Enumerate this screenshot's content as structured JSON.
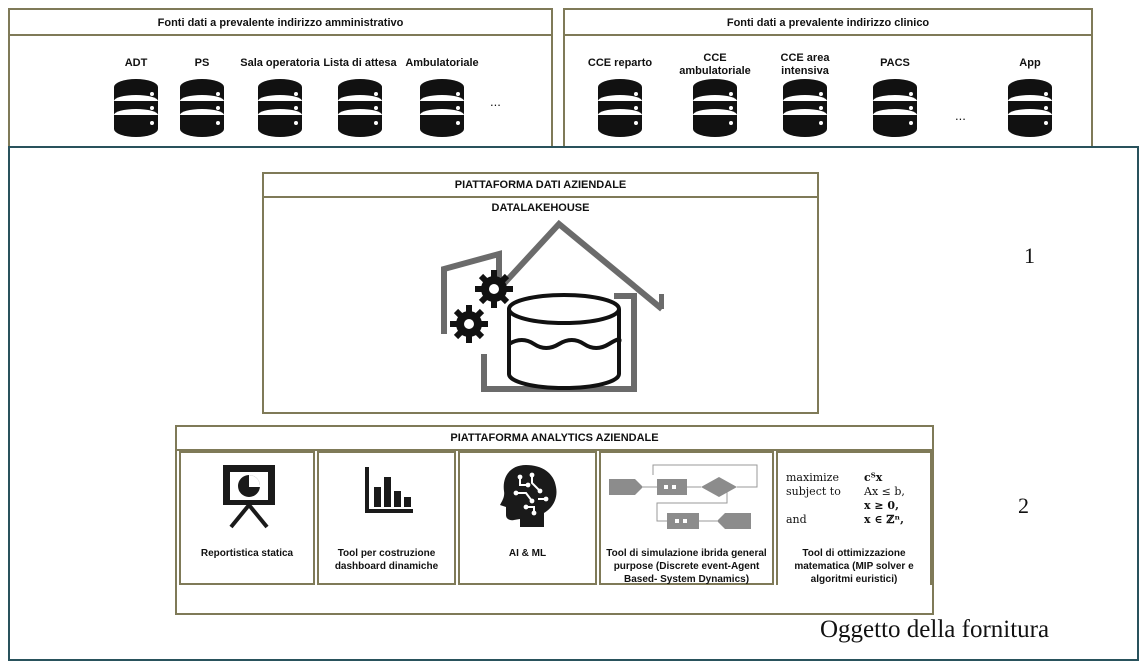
{
  "sources_admin": {
    "title": "Fonti dati a prevalente indirizzo amministrativo",
    "items": [
      "ADT",
      "PS",
      "Sala operatoria",
      "Lista di attesa",
      "Ambulatoriale"
    ],
    "ellipsis": "..."
  },
  "sources_clinical": {
    "title": "Fonti dati a prevalente indirizzo clinico",
    "items": [
      "CCE reparto",
      "CCE ambulatoriale",
      "CCE area intensiva",
      "PACS",
      "App"
    ],
    "ellipsis": "..."
  },
  "data_platform": {
    "title": "PIATTAFORMA DATI AZIENDALE",
    "subtitle": "DATALAKEHOUSE",
    "number": "1"
  },
  "analytics_platform": {
    "title": "PIATTAFORMA ANALYTICS AZIENDALE",
    "number": "2",
    "tools": [
      {
        "label": "Reportistica statica",
        "icon": "presentation-board-icon"
      },
      {
        "label": "Tool per costruzione dashboard dinamiche",
        "icon": "bar-chart-icon"
      },
      {
        "label": "AI & ML",
        "icon": "ai-head-icon"
      },
      {
        "label": "Tool di simulazione ibrida general purpose (Discrete event-Agent Based- System Dynamics)",
        "icon": "flowchart-icon"
      },
      {
        "label": "Tool di ottimizzazione matematica (MIP solver e algoritmi euristici)",
        "icon": "math-formula"
      }
    ],
    "math": {
      "row1_left": "maximize",
      "row1_right": "cᵀx",
      "row2_left": "subject to",
      "row2_right": "Ax ≤ b,",
      "row3_right": "x ≥ 0,",
      "row4_left": "and",
      "row4_right": "x ∈ ℤⁿ,"
    }
  },
  "footer": "Oggetto della fornitura",
  "colors": {
    "olive_border": "#7f7a58",
    "teal_border": "#29525c",
    "icon_dark": "#1a1a1a",
    "house_gray": "#6b6b6b"
  }
}
